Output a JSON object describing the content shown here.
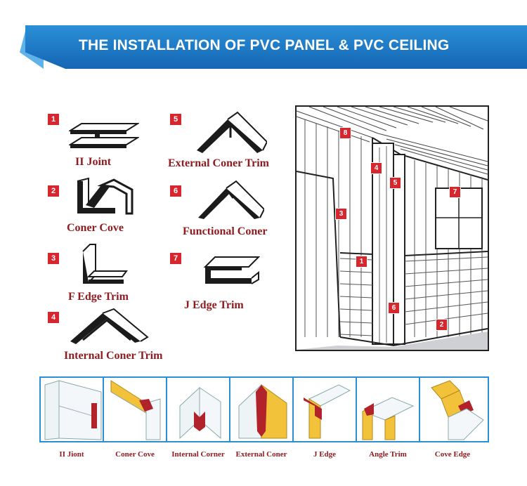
{
  "banner": {
    "title": "THE INSTALLATION OF PVC PANEL & PVC CEILING"
  },
  "profiles": [
    {
      "num": "1",
      "label": "II Joint"
    },
    {
      "num": "2",
      "label": "Coner Cove"
    },
    {
      "num": "3",
      "label": "F Edge Trim"
    },
    {
      "num": "4",
      "label": "Internal Coner Trim"
    },
    {
      "num": "5",
      "label": "External Coner Trim"
    },
    {
      "num": "6",
      "label": "Functional Coner"
    },
    {
      "num": "7",
      "label": "J Edge Trim"
    }
  ],
  "room_badges": [
    "8",
    "4",
    "5",
    "7",
    "3",
    "1",
    "6",
    "2"
  ],
  "strip": {
    "labels": [
      "II Jiont",
      "Coner Cove",
      "Internal Corner",
      "External Coner",
      "J Edge",
      "Angle Trim",
      "Cove Edge"
    ]
  },
  "colors": {
    "banner": "#1f7fc8",
    "badge": "#d6262e",
    "caption": "#8e1c20",
    "strip_border": "#2c8fd4",
    "profile": "#1b1b1b"
  }
}
